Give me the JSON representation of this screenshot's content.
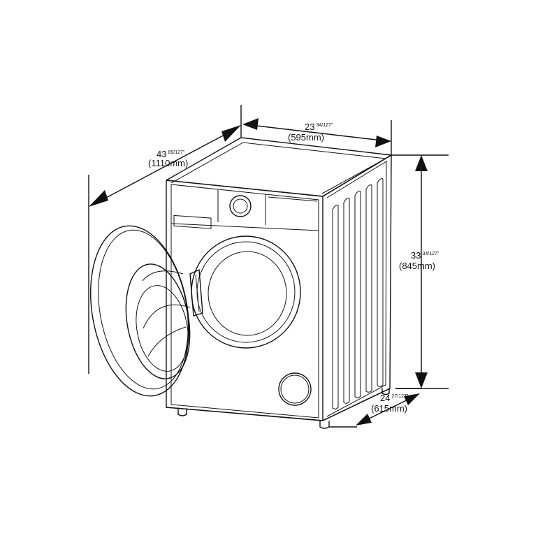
{
  "dimensions": {
    "depth_door_open": {
      "inches_whole": "43",
      "inches_fraction": "89/127",
      "metric": "(1110mm)"
    },
    "width": {
      "inches_whole": "23",
      "inches_fraction": "34/127",
      "metric": "(595mm)"
    },
    "height": {
      "inches_whole": "33",
      "inches_fraction": "34/127",
      "metric": "(845mm)"
    },
    "depth": {
      "inches_whole": "24",
      "inches_fraction": "27/127",
      "metric": "(615mm)"
    }
  },
  "inch_mark": "\""
}
